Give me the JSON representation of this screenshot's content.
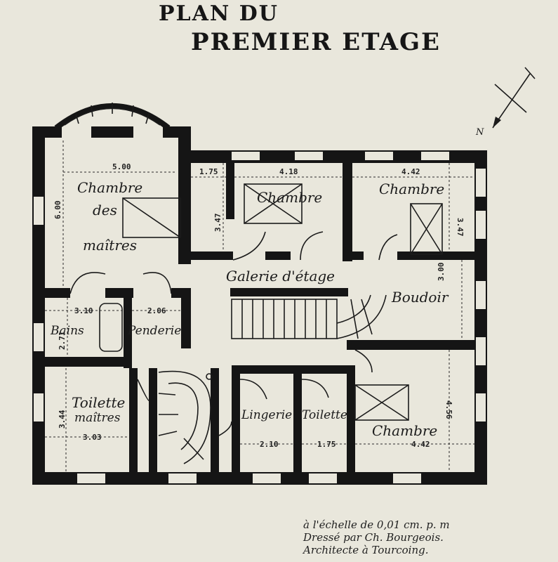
{
  "title": {
    "line1": "PLAN DU",
    "line2": "PREMIER ETAGE"
  },
  "north": {
    "label": "N"
  },
  "rooms": {
    "chambre_maitres_1": "Chambre",
    "chambre_maitres_2": "des",
    "chambre_maitres_3": "maîtres",
    "chambre_2": "Chambre",
    "chambre_3": "Chambre",
    "galerie": "Galerie d'étage",
    "boudoir": "Boudoir",
    "bains": "Bains",
    "penderie": "Penderie",
    "toilette_maitres_1": "Toilette",
    "toilette_maitres_2": "maîtres",
    "lingerie": "Lingerie",
    "toilette": "Toilette",
    "chambre_4": "Chambre"
  },
  "dimensions": {
    "d_500": "5.00",
    "d_600": "6.00",
    "d_175a": "1.75",
    "d_418": "4.18",
    "d_442a": "4.42",
    "d_347a": "3.47",
    "d_347b": "3.47",
    "d_300": "3.00",
    "d_310": "3.10",
    "d_206": "2.06",
    "d_271": "2.71",
    "d_344": "3.44",
    "d_303": "3.03",
    "d_210": "2.10",
    "d_175b": "1.75",
    "d_456": "4.56",
    "d_442b": "4.42"
  },
  "note": {
    "line1": "à l'échelle de 0,01 cm. p. m",
    "line2": "Dressé par Ch. Bourgeois.",
    "line3": "Architecte à Tourcoing."
  }
}
